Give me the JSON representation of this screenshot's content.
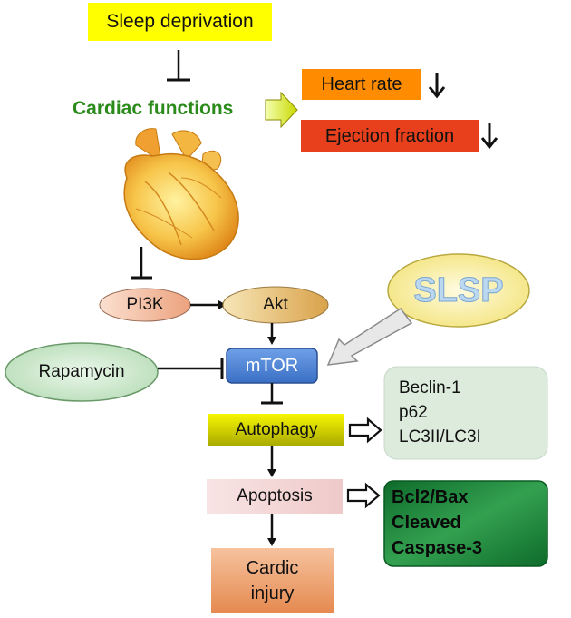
{
  "nodes": {
    "sleep_deprivation": "Sleep deprivation",
    "cardiac_functions": "Cardiac functions",
    "heart_rate": "Heart rate",
    "ejection_fraction": "Ejection fraction",
    "pi3k": "PI3K",
    "akt": "Akt",
    "slsp": "SLSP",
    "rapamycin": "Rapamycin",
    "mtor": "mTOR",
    "autophagy": "Autophagy",
    "apoptosis": "Apoptosis",
    "injury_line1": "Cardic",
    "injury_line2": "injury"
  },
  "autophagy_markers": [
    "Beclin-1",
    "p62",
    "LC3II/LC3I"
  ],
  "apoptosis_markers": [
    "Bcl2/Bax",
    "Cleaved",
    "Caspase-3"
  ],
  "colors": {
    "sleep_box": "#ffff00",
    "cardiac_text": "#2a8a1a",
    "heart_rate_box": "#ff8c00",
    "ejection_box": "#e8401c",
    "pi3k": "#f4b99a",
    "akt": "#e8c27a",
    "mtor": "#4f86d6",
    "autophagy": "#d8d800",
    "apoptosis": "#f5d9d9",
    "injury": "#f0a070",
    "rapamycin": "#c9e8c9",
    "slsp_fill": "#fff3a8",
    "slsp_text": "#bcd8f0",
    "markers_green": "#dcebdc",
    "apoptosis_markers_box": "#1f8a3a"
  },
  "icons": [
    "heart-illustration",
    "inhibit-bar",
    "down-arrow",
    "block-arrow"
  ]
}
